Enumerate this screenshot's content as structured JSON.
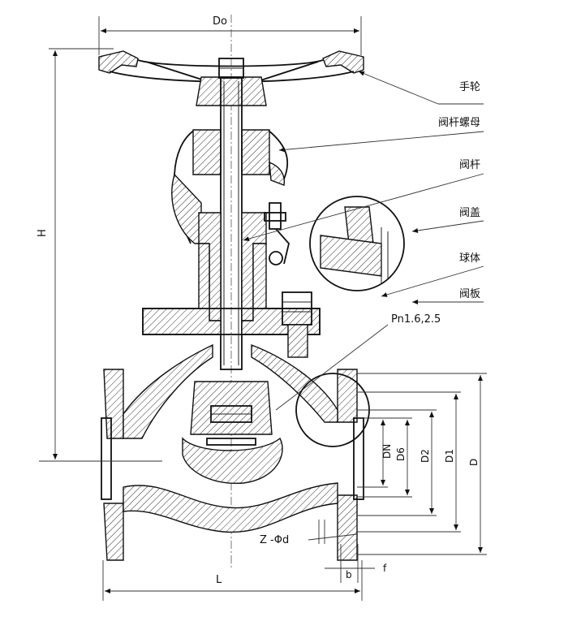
{
  "dimensions": {
    "Do": "Do",
    "H": "H",
    "L": "L",
    "DN": "DN",
    "D6": "D6",
    "D2": "D2",
    "D1": "D1",
    "D": "D",
    "b": "b",
    "f": "f",
    "z_phi_d": "Z -Φd",
    "pressure": "Pn1.6,2.5"
  },
  "parts": [
    {
      "label": "手轮"
    },
    {
      "label": "阀杆螺母"
    },
    {
      "label": "阀杆"
    },
    {
      "label": "阀盖"
    },
    {
      "label": "球体"
    },
    {
      "label": "阀板"
    }
  ],
  "colors": {
    "line": "#222222",
    "background": "#ffffff"
  }
}
